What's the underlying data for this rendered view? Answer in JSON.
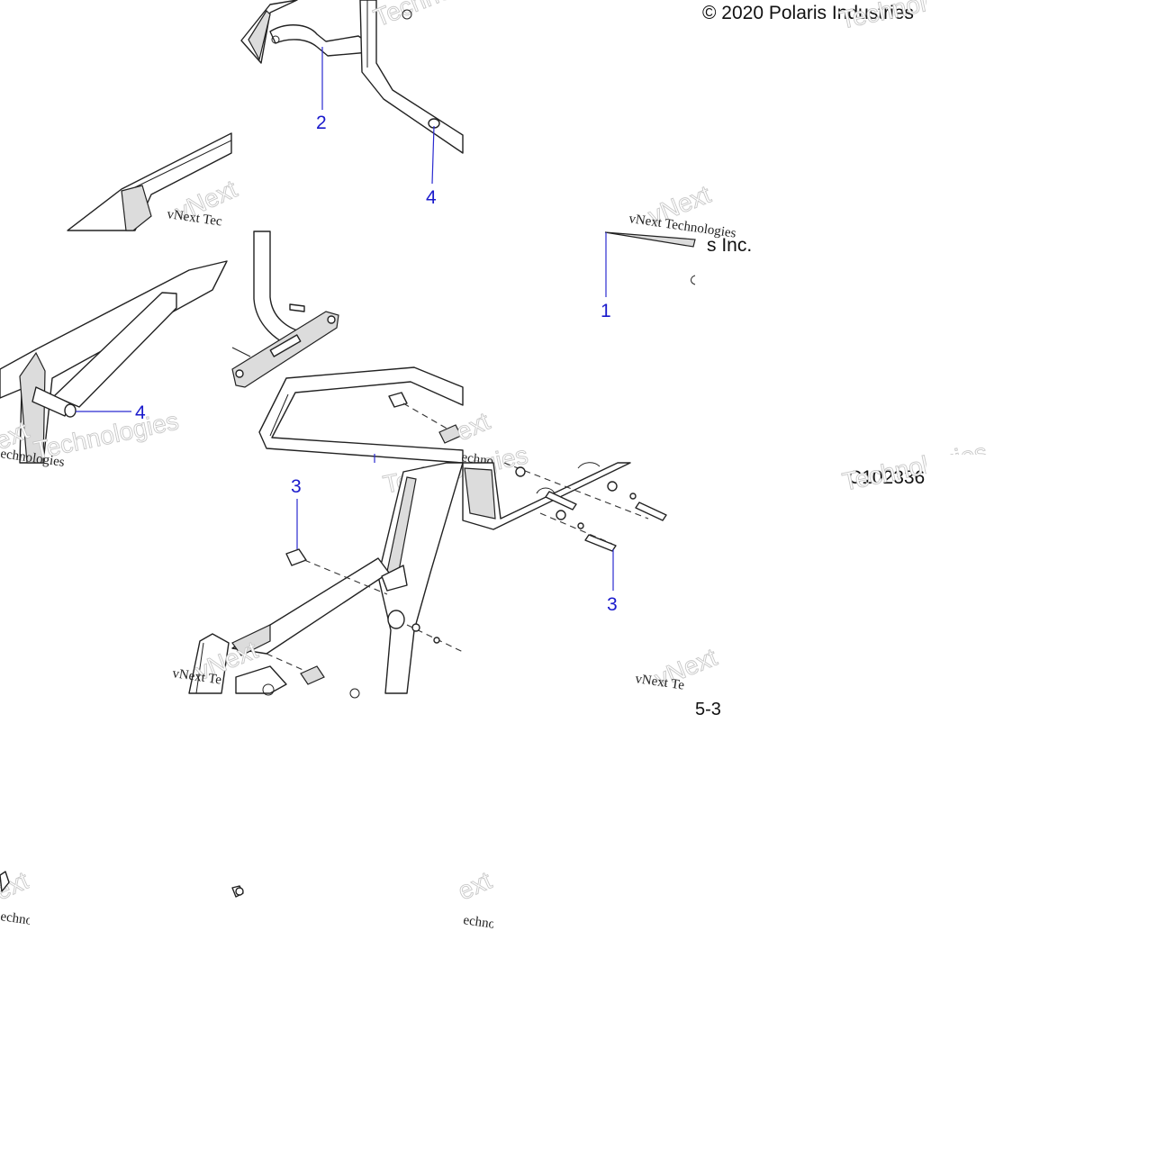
{
  "diagram": {
    "copyright": "© 2020 Polaris Industries",
    "copyright_fragment": "s Inc.",
    "figure_code": "C102336",
    "figure_code_fragment": "5-3",
    "watermark": {
      "brand_line": "vNext Technologies",
      "big_top": "vNext",
      "big_bottom": "Technologies",
      "fragments": [
        "vNext Tec",
        "vNext Te",
        "vNext Technologies",
        "Technologies",
        "ext",
        "echno",
        "Technolo",
        "echnologies"
      ]
    },
    "callouts": [
      {
        "id": "callout-2",
        "label": "2"
      },
      {
        "id": "callout-4-top",
        "label": "4"
      },
      {
        "id": "callout-1",
        "label": "1"
      },
      {
        "id": "callout-4-left",
        "label": "4"
      },
      {
        "id": "callout-3-left",
        "label": "3"
      },
      {
        "id": "callout-3-right",
        "label": "3"
      }
    ],
    "colors": {
      "callout": "#1a1acc",
      "line_art": "#222222",
      "shade": "#dcdcdc",
      "watermark_outline": "#c8c8c8"
    }
  }
}
